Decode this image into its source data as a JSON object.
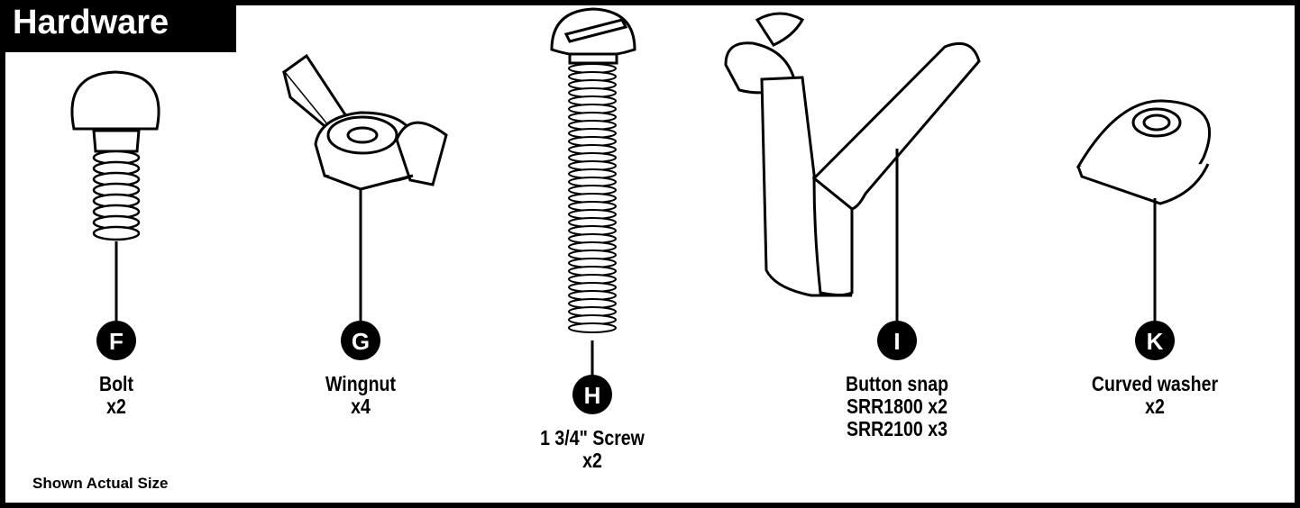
{
  "header": {
    "title": "Hardware"
  },
  "note": "Shown Actual Size",
  "parts": [
    {
      "letter": "F",
      "name": "Bolt",
      "qty": [
        "x2"
      ]
    },
    {
      "letter": "G",
      "name": "Wingnut",
      "qty": [
        "x4"
      ]
    },
    {
      "letter": "H",
      "name": "1 3/4\" Screw",
      "qty": [
        "x2"
      ]
    },
    {
      "letter": "I",
      "name": "Button snap",
      "qty": [
        "SRR1800 x2",
        "SRR2100 x3"
      ]
    },
    {
      "letter": "K",
      "name": "Curved washer",
      "qty": [
        "x2"
      ]
    }
  ]
}
